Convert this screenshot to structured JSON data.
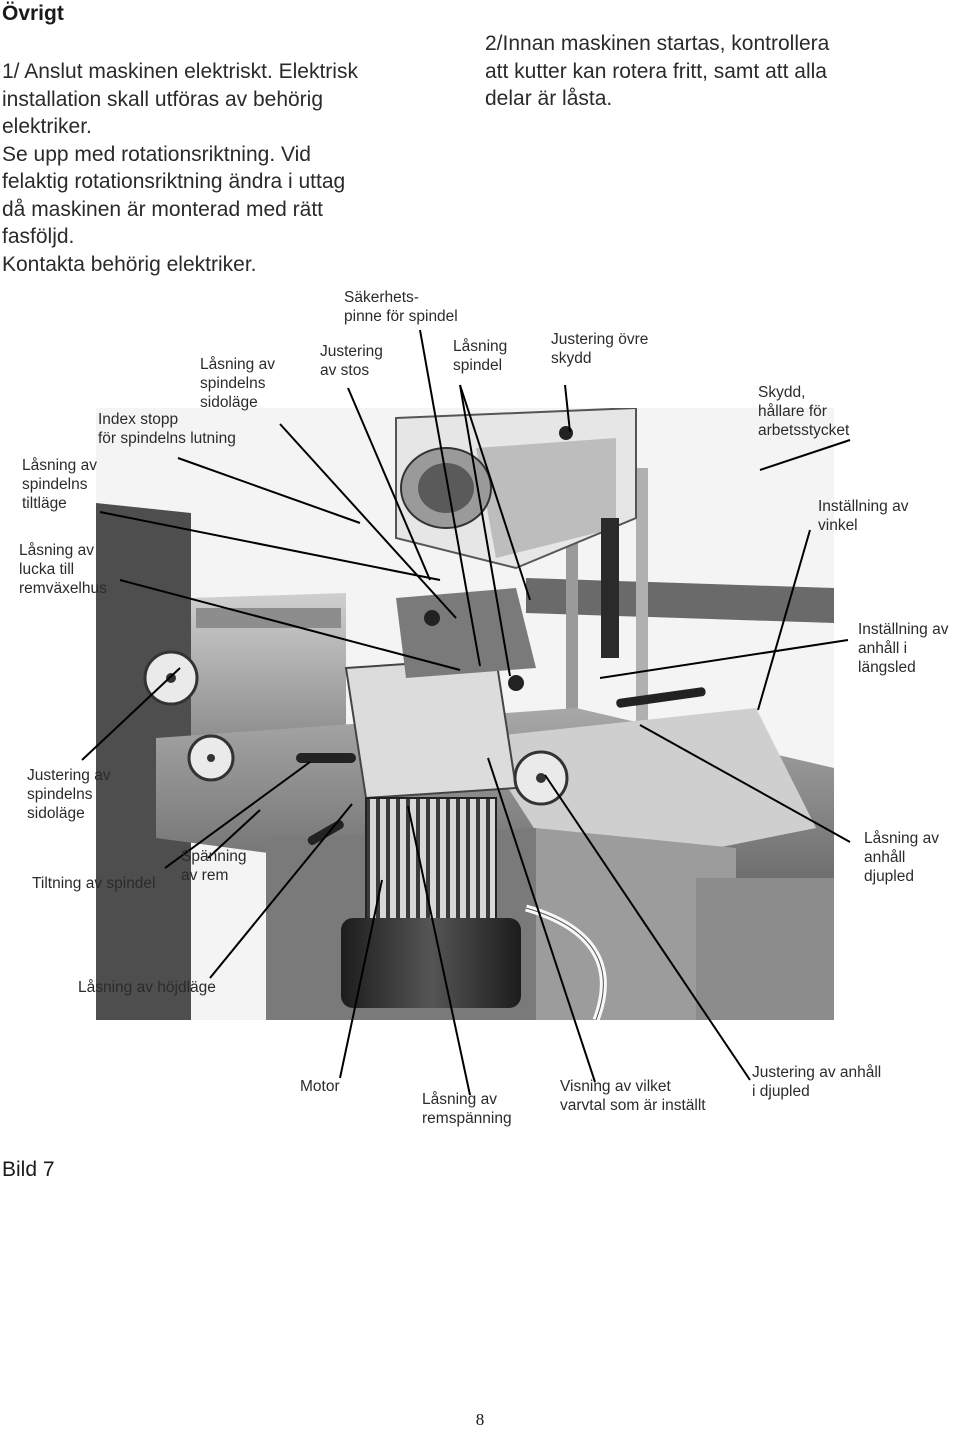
{
  "section": {
    "heading": "Övrigt",
    "item1_lines": [
      "1/ Anslut maskinen elektriskt. Elektrisk",
      "installation skall utföras av behörig",
      "elektriker.",
      "Se upp med rotationsriktning. Vid",
      "felaktig rotationsriktning ändra i uttag",
      "då maskinen är monterad med rätt",
      "fasföljd.",
      "Kontakta behörig elektriker."
    ],
    "item2_lines": [
      "2/Innan maskinen startas,  kontrollera",
      "att kutter kan rotera fritt, samt att alla",
      "delar är låsta."
    ]
  },
  "labels": {
    "sakerhetspinne": [
      "Säkerhets-",
      "pinne för spindel"
    ],
    "lasning_sidolage": [
      "Låsning av",
      "spindelns",
      "sidoläge"
    ],
    "justering_stos": [
      "Justering",
      "av stos"
    ],
    "lasning_spindel": [
      "Låsning",
      "spindel"
    ],
    "justering_ovre_skydd": [
      "Justering övre",
      "skydd"
    ],
    "index_stopp": [
      "Index stopp",
      "för spindelns lutning"
    ],
    "skydd_hallare": [
      "Skydd,",
      "hållare för",
      "arbetsstycket"
    ],
    "lasning_tiltlage": [
      "Låsning av",
      "spindelns",
      "tiltläge"
    ],
    "installning_vinkel": [
      "Inställning av",
      "vinkel"
    ],
    "lasning_lucka": [
      "Låsning av",
      "lucka till",
      "remväxelhus"
    ],
    "installning_langsled": [
      "Inställning av",
      "anhåll i",
      "längsled"
    ],
    "justering_sidolage": [
      "Justering av",
      "spindelns",
      "sidoläge"
    ],
    "spanning_rem": [
      "Spänning",
      "av rem"
    ],
    "tiltning": [
      "Tiltning av spindel"
    ],
    "lasning_anhall_djupled": [
      "Låsning av",
      "anhåll",
      "djupled"
    ],
    "lasning_hojdlage": [
      "Låsning av höjdläge"
    ],
    "motor": [
      "Motor"
    ],
    "lasning_remspanning": [
      "Låsning av",
      "remspänning"
    ],
    "visning_varvtal": [
      "Visning av vilket",
      "varvtal som är inställt"
    ],
    "justering_anhall_djupled": [
      "Justering av anhåll",
      "i djupled"
    ]
  },
  "figure_caption": "Bild 7",
  "page_number": "8",
  "photo": {
    "subject": "spindle-moulder-machine-photo"
  }
}
